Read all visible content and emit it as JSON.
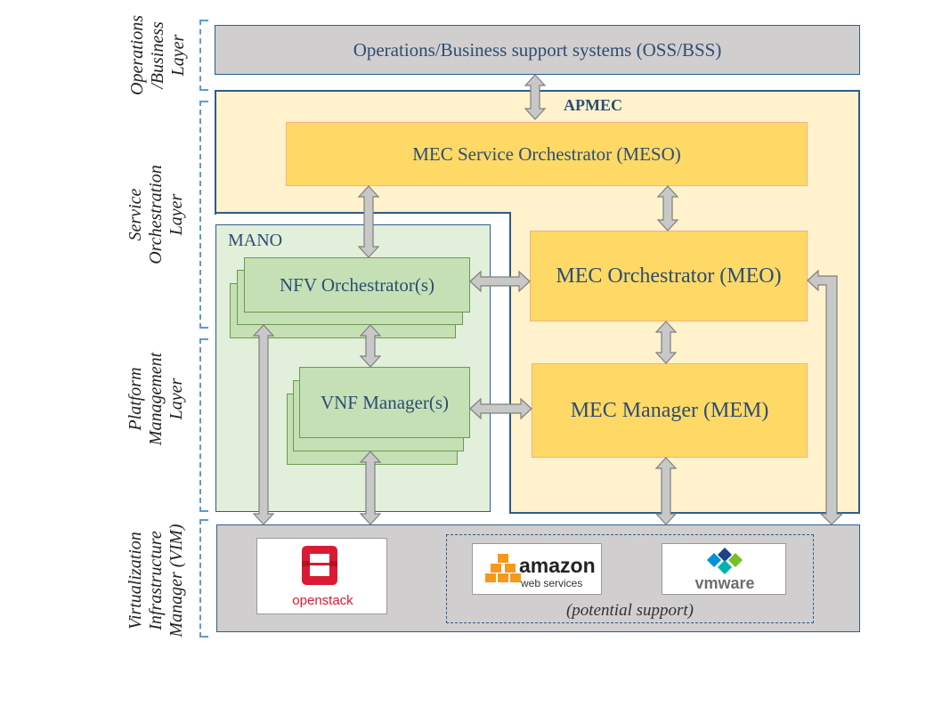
{
  "layers": {
    "operations": "Operations\n/Business\nLayer",
    "service": "Service\nOrchestration\nLayer",
    "platform": "Platform\nManagement\nLayer",
    "vim": "Virtualization\nInfrastructure\nManager (VIM)"
  },
  "boxes": {
    "oss": "Operations/Business support systems (OSS/BSS)",
    "apmec": "APMEC",
    "meso": "MEC Service Orchestrator (MESO)",
    "mano": "MANO",
    "nfvo": "NFV Orchestrator(s)",
    "vnfm": "VNF Manager(s)",
    "meo": "MEC Orchestrator (MEO)",
    "mem": "MEC Manager (MEM)"
  },
  "vim": {
    "openstack": "openstack",
    "amazon_main": "amazon",
    "amazon_sub": "web services",
    "vmware": "vmware",
    "potential": "(potential support)"
  },
  "colors": {
    "arrow_fill": "#c8c8c8",
    "arrow_stroke": "#7f7f7f",
    "openstack_red": "#da1a32",
    "amazon_orange": "#f7981d"
  }
}
